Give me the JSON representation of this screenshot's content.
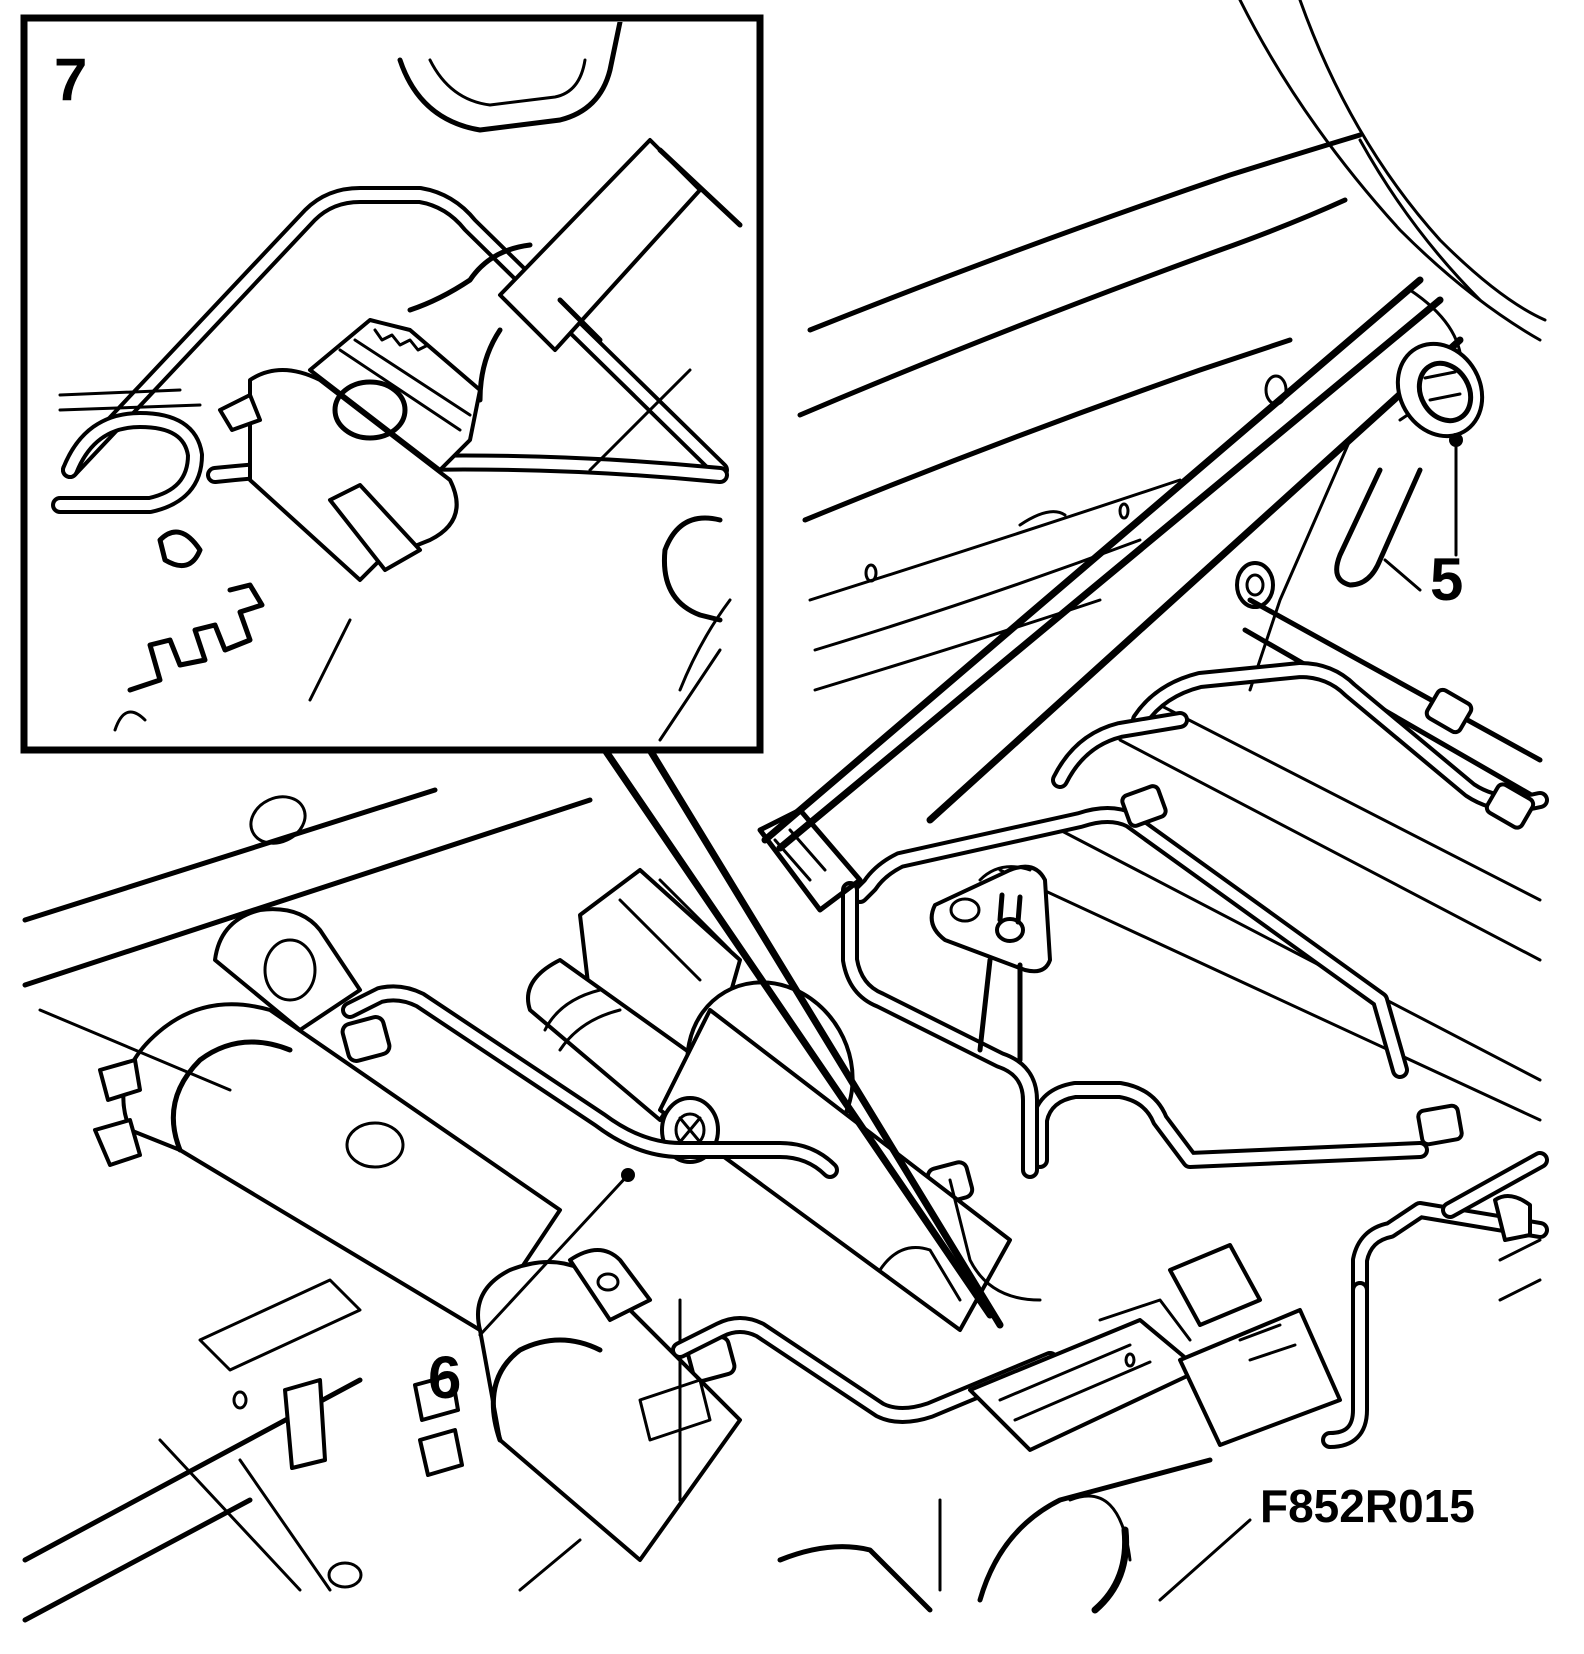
{
  "figure": {
    "code": "F852R015"
  },
  "inset": {
    "label": "7"
  },
  "callouts": [
    {
      "id": "callout-5",
      "label": "5"
    },
    {
      "id": "callout-6",
      "label": "6"
    }
  ]
}
